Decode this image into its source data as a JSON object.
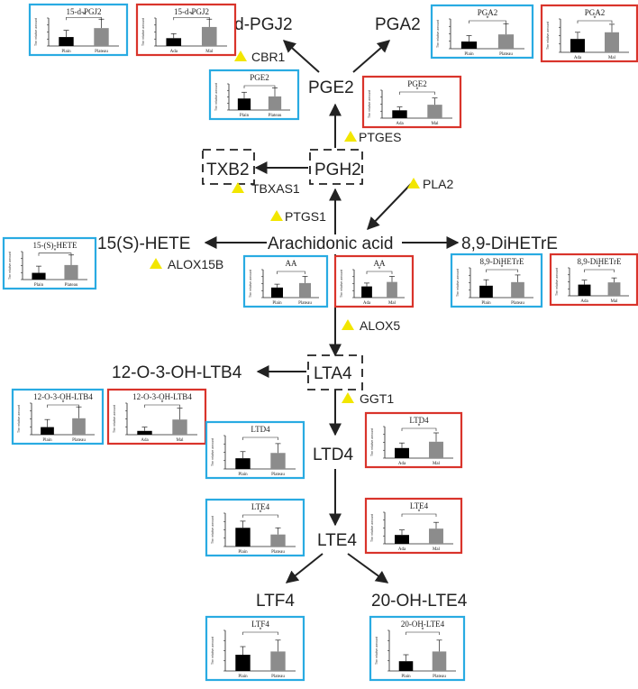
{
  "pathway": {
    "metabolites": {
      "aa": "Arachidonic acid",
      "pge2": "PGE2",
      "pgh2": "PGH2",
      "txb2": "TXB2",
      "pgj2": "15d-PGJ2",
      "pga2": "PGA2",
      "hete": "15(S)-HETE",
      "dihetre": "8,9-DiHETrE",
      "lta4": "LTA4",
      "oxltb4": "12-O-3-OH-LTB4",
      "ltd4": "LTD4",
      "lte4": "LTE4",
      "ltf4": "LTF4",
      "ohlte4": "20-OH-LTE4"
    },
    "enzymes": {
      "cbr1": "CBR1",
      "ptges": "PTGES",
      "tbxas1": "TBXAS1",
      "pla2": "PLA2",
      "ptgs1": "PTGS1",
      "alox15b": "ALOX15B",
      "alox5": "ALOX5",
      "ggt1": "GGT1"
    },
    "colors": {
      "plain_frame": "#29abe2",
      "ada_frame": "#d9342b",
      "enzyme_marker": "#f2e600",
      "group1_bar": "#000000",
      "group2_bar": "#8c8c8c"
    }
  },
  "chart_data": [
    {
      "type": "bar",
      "title": "15-d-PGJ2",
      "frame": "blue",
      "ylabel": "The relative amount",
      "categories": [
        "Plain",
        "Plateau"
      ],
      "values": [
        0.4,
        0.8
      ],
      "errors": [
        0.3,
        0.4
      ],
      "significance": "*"
    },
    {
      "type": "bar",
      "title": "15-d-PGJ2",
      "frame": "red",
      "ylabel": "The relative amount",
      "categories": [
        "Ada",
        "Mal"
      ],
      "values": [
        0.35,
        0.85
      ],
      "errors": [
        0.2,
        0.35
      ],
      "significance": "*"
    },
    {
      "type": "bar",
      "title": "PGA2",
      "frame": "blue",
      "ylabel": "The relative amount",
      "categories": [
        "Plain",
        "Plateau"
      ],
      "values": [
        0.3,
        0.6
      ],
      "errors": [
        0.25,
        0.45
      ],
      "significance": "*"
    },
    {
      "type": "bar",
      "title": "PGA2",
      "frame": "red",
      "ylabel": "The relative amount",
      "categories": [
        "Ada",
        "Mal"
      ],
      "values": [
        0.5,
        0.75
      ],
      "errors": [
        0.25,
        0.3
      ],
      "significance": "*"
    },
    {
      "type": "bar",
      "title": "PGE2",
      "frame": "blue",
      "ylabel": "The relative amount",
      "categories": [
        "Plain",
        "Plateau"
      ],
      "values": [
        0.55,
        0.65
      ],
      "errors": [
        0.3,
        0.4
      ],
      "significance": ""
    },
    {
      "type": "bar",
      "title": "PGE2",
      "frame": "red",
      "ylabel": "The relative amount",
      "categories": [
        "Ada",
        "Mal"
      ],
      "values": [
        0.35,
        0.6
      ],
      "errors": [
        0.15,
        0.3
      ],
      "significance": "*"
    },
    {
      "type": "bar",
      "title": "15-(S)-HETE",
      "frame": "blue",
      "ylabel": "The relative amount",
      "categories": [
        "Plain",
        "Plateau"
      ],
      "values": [
        0.3,
        0.65
      ],
      "errors": [
        0.3,
        0.45
      ],
      "significance": "*"
    },
    {
      "type": "bar",
      "title": "AA",
      "frame": "blue",
      "ylabel": "The relative amount",
      "categories": [
        "Plain",
        "Plateau"
      ],
      "values": [
        0.45,
        0.65
      ],
      "errors": [
        0.15,
        0.3
      ],
      "significance": ""
    },
    {
      "type": "bar",
      "title": "AA",
      "frame": "red",
      "ylabel": "The relative amount",
      "categories": [
        "Ada",
        "Mal"
      ],
      "values": [
        0.5,
        0.7
      ],
      "errors": [
        0.15,
        0.25
      ],
      "significance": "*"
    },
    {
      "type": "bar",
      "title": "8,9-DiHETrE",
      "frame": "blue",
      "ylabel": "The relative amount",
      "categories": [
        "Plain",
        "Plateau"
      ],
      "values": [
        0.5,
        0.65
      ],
      "errors": [
        0.25,
        0.3
      ],
      "significance": "*"
    },
    {
      "type": "bar",
      "title": "8,9-DiHETrE",
      "frame": "red",
      "ylabel": "The relative amount",
      "categories": [
        "Ada",
        "Mal"
      ],
      "values": [
        0.5,
        0.6
      ],
      "errors": [
        0.2,
        0.2
      ],
      "significance": "*"
    },
    {
      "type": "bar",
      "title": "12-O-3-OH-LTB4",
      "frame": "blue",
      "ylabel": "The relative amount",
      "categories": [
        "Plain",
        "Plateau"
      ],
      "values": [
        0.3,
        0.65
      ],
      "errors": [
        0.3,
        0.45
      ],
      "significance": "*"
    },
    {
      "type": "bar",
      "title": "12-O-3-OH-LTB4",
      "frame": "red",
      "ylabel": "The relative amount",
      "categories": [
        "Ada",
        "Mal"
      ],
      "values": [
        0.15,
        0.6
      ],
      "errors": [
        0.15,
        0.45
      ],
      "significance": "*"
    },
    {
      "type": "bar",
      "title": "LTD4",
      "frame": "blue",
      "ylabel": "The relative amount",
      "categories": [
        "Plain",
        "Plateau"
      ],
      "values": [
        0.4,
        0.6
      ],
      "errors": [
        0.25,
        0.35
      ],
      "significance": ""
    },
    {
      "type": "bar",
      "title": "LTD4",
      "frame": "red",
      "ylabel": "The relative amount",
      "categories": [
        "Ada",
        "Mal"
      ],
      "values": [
        0.4,
        0.65
      ],
      "errors": [
        0.2,
        0.35
      ],
      "significance": "*"
    },
    {
      "type": "bar",
      "title": "LTE4",
      "frame": "blue",
      "ylabel": "The relative amount",
      "categories": [
        "Plain",
        "Plateau"
      ],
      "values": [
        0.7,
        0.45
      ],
      "errors": [
        0.25,
        0.25
      ],
      "significance": "*"
    },
    {
      "type": "bar",
      "title": "LTE4",
      "frame": "red",
      "ylabel": "The relative amount",
      "categories": [
        "Ada",
        "Mal"
      ],
      "values": [
        0.35,
        0.6
      ],
      "errors": [
        0.2,
        0.25
      ],
      "significance": "*"
    },
    {
      "type": "bar",
      "title": "LTF4",
      "frame": "blue",
      "ylabel": "The relative amount",
      "categories": [
        "Plain",
        "Plateau"
      ],
      "values": [
        0.5,
        0.6
      ],
      "errors": [
        0.25,
        0.35
      ],
      "significance": "*"
    },
    {
      "type": "bar",
      "title": "20-OH-LTE4",
      "frame": "blue",
      "ylabel": "The relative amount",
      "categories": [
        "Plain",
        "Plateau"
      ],
      "values": [
        0.3,
        0.6
      ],
      "errors": [
        0.2,
        0.35
      ],
      "significance": "*"
    }
  ]
}
